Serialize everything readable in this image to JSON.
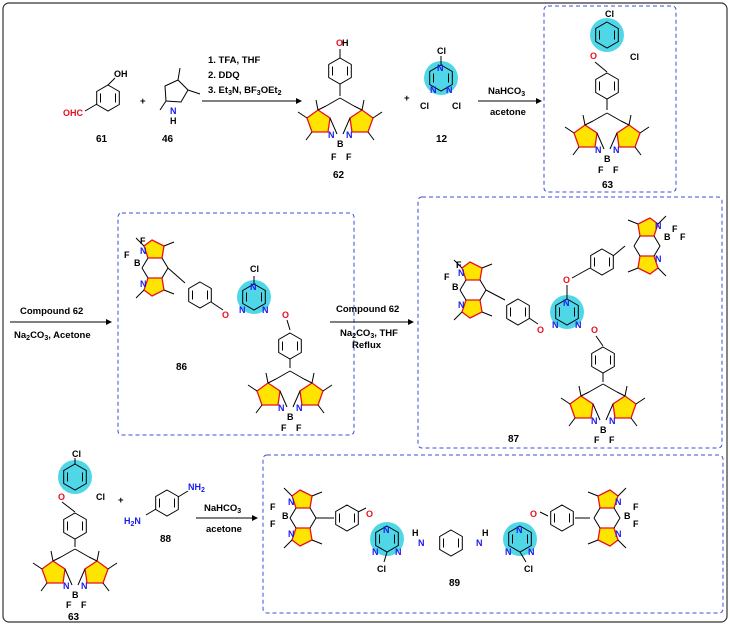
{
  "compounds": {
    "c61": "61",
    "c46": "46",
    "c62": "62",
    "c12": "12",
    "c63": "63",
    "c86": "86",
    "c87": "87",
    "c63b": "63",
    "c88": "88",
    "c89": "89"
  },
  "conditions": {
    "step1": [
      "1. TFA, THF",
      "2. DDQ",
      "3. Et",
      "3",
      "N, BF",
      "3",
      "OEt",
      "2"
    ],
    "step2_top": "NaHCO",
    "step2_sub": "3",
    "step2_bottom": "acetone",
    "step3_top": "Compound 62",
    "step3_b1": "Na",
    "step3_b2": "2",
    "step3_b3": "CO",
    "step3_b4": "3",
    "step3_b5": ", Acetone",
    "step4_top": "Compound 62",
    "step4_b1": "Na",
    "step4_b2": "2",
    "step4_b3": "CO",
    "step4_b4": "3",
    "step4_b5": ", THF",
    "step4_b6": "Reflux",
    "step5_top": "NaHCO",
    "step5_sub": "3",
    "step5_bottom": "acetone"
  },
  "atoms": {
    "oh": "OH",
    "ohc": "OHC",
    "nh": "N",
    "h": "H",
    "n": "N",
    "b": "B",
    "f": "F",
    "cl": "Cl",
    "o": "O",
    "nh2": "NH",
    "h2n": "H",
    "two": "2",
    "plus": "+"
  },
  "colors": {
    "pyrrole_fill": "#ffe400",
    "pyrrole_stroke": "#e8101e",
    "triazine_highlight": "#4fd7e8",
    "dashed_box": "#3a4fd8",
    "nitrogen": "#1a1aee"
  }
}
